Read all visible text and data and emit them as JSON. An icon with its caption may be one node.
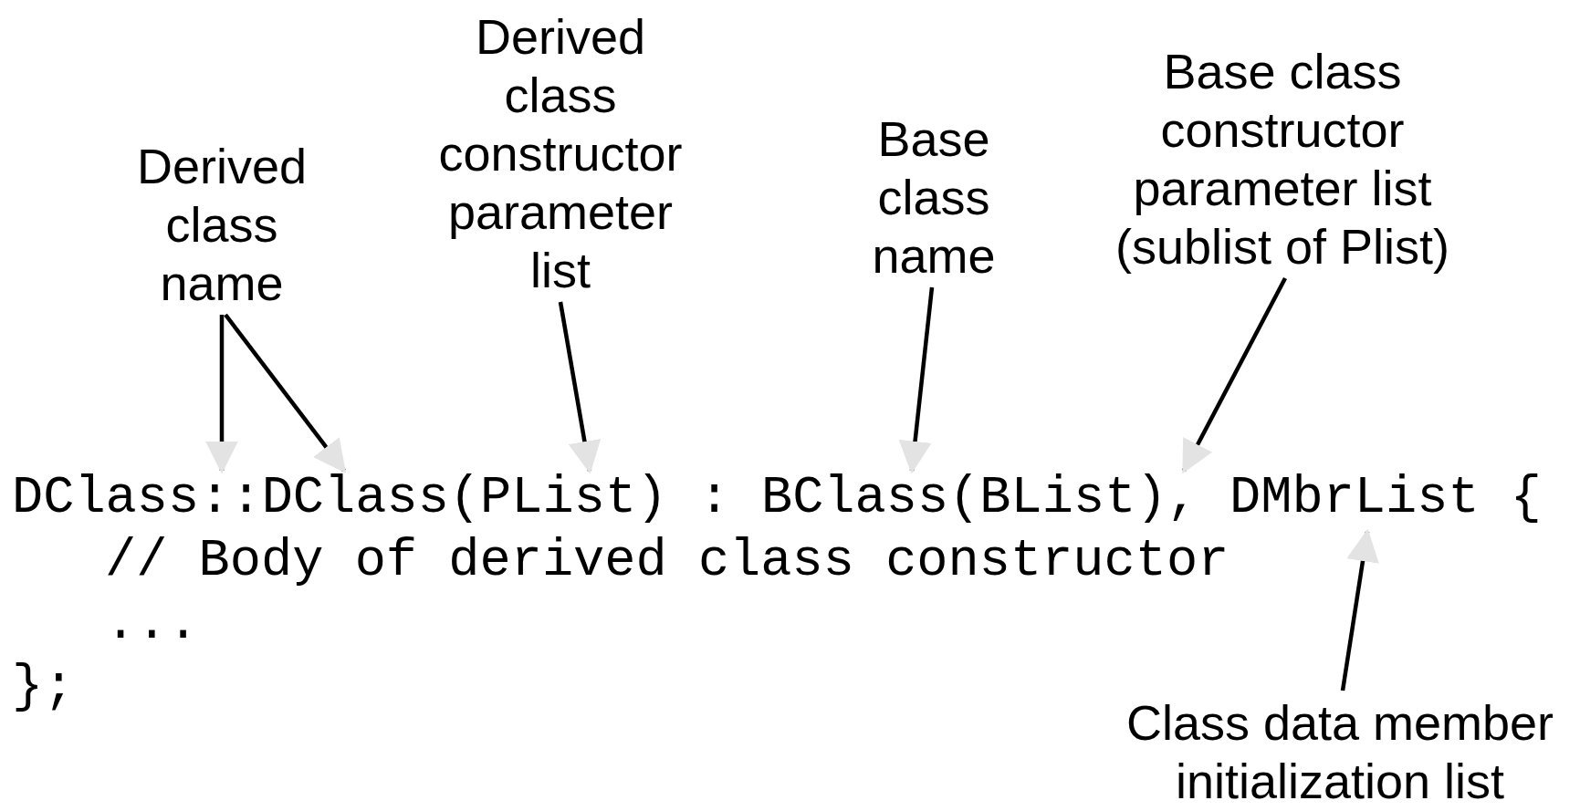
{
  "diagram": {
    "nodes": [
      {
        "text": [
          "Derived class name"
        ]
      },
      {
        "text": [
          "Derived class constructor parameter list"
        ]
      },
      {
        "text": [
          "Base class name"
        ]
      },
      {
        "text": [
          "Base class constructor parameter list (sublist of Plist)"
        ]
      },
      {
        "text": [
          "Class data member initialization list"
        ]
      },
      {
        "text": [
          "DClass::DClass(PList) : BClass(BList), DMbrList {"
        ]
      }
    ],
    "edges": [
      {
        "from": 0,
        "to": 5,
        "arrow": "to"
      },
      {
        "from": 0,
        "to": 5,
        "arrow": "to"
      },
      {
        "from": 1,
        "to": 5,
        "arrow": "to"
      },
      {
        "from": 2,
        "to": 5,
        "arrow": "to"
      },
      {
        "from": 3,
        "to": 5,
        "arrow": "to"
      },
      {
        "from": 4,
        "to": 5,
        "arrow": "to"
      }
    ],
    "labels": [
      "// Body of derived class constructor",
      "...",
      "};"
    ]
  }
}
